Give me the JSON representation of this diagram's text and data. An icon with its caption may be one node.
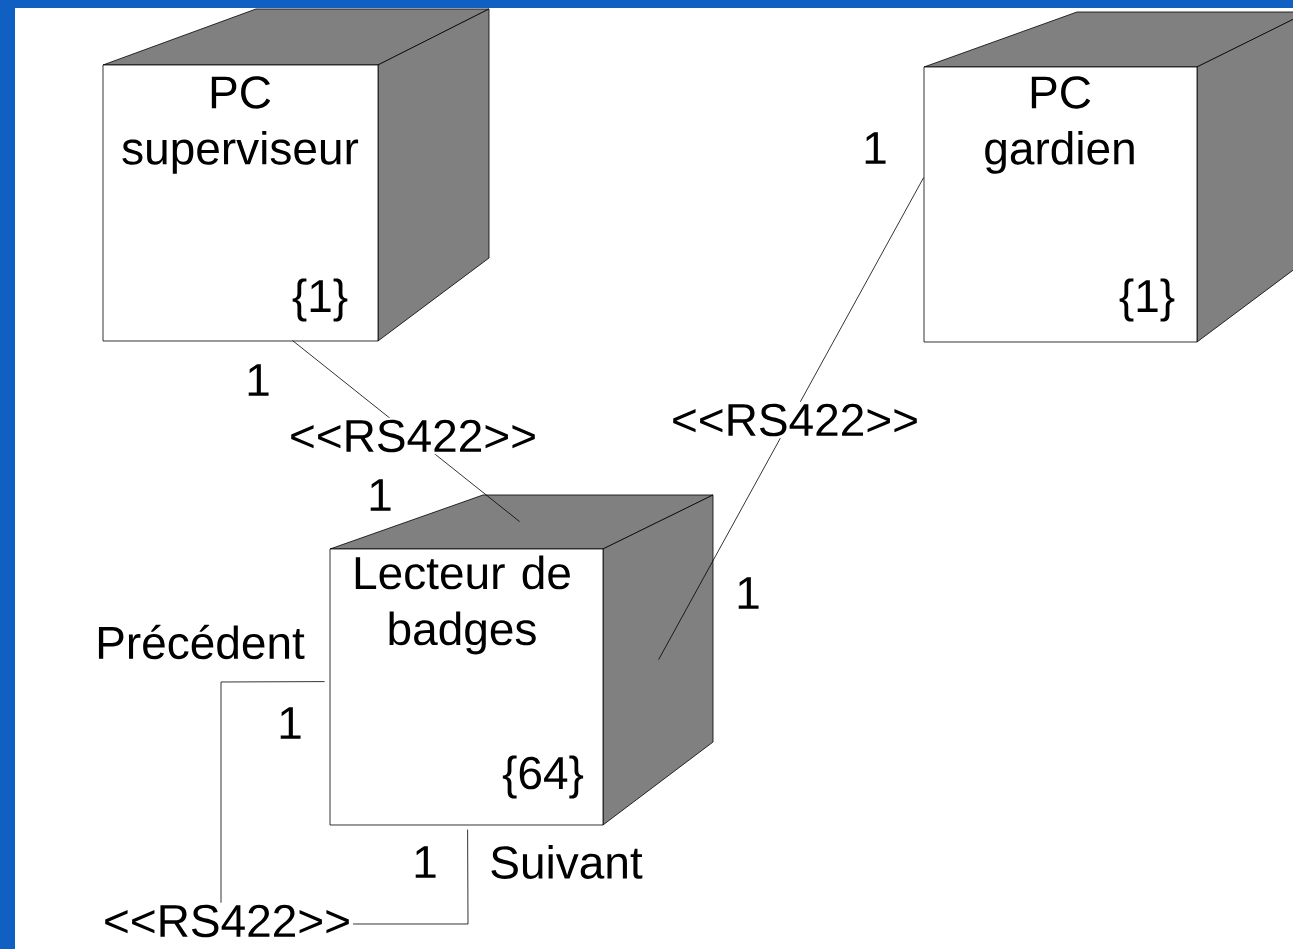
{
  "diagram": {
    "nodes": [
      {
        "text": [
          "PC superviseur",
          "{1}"
        ],
        "beside": [
          "1"
        ]
      },
      {
        "text": [
          "PC gardien",
          "{1}"
        ],
        "beside": [
          "1"
        ]
      },
      {
        "text": [
          "Lecteur de badges",
          "{64}"
        ],
        "beside": [
          "1",
          "1",
          "Précédent",
          "1",
          "1",
          "Suivant"
        ]
      }
    ],
    "edges": [
      {
        "from": 0,
        "to": 2,
        "arrow": "none",
        "label": "<<RS422>>"
      },
      {
        "from": 1,
        "to": 2,
        "arrow": "none",
        "label": "<<RS422>>"
      },
      {
        "from": 2,
        "to": 2,
        "arrow": "none",
        "label": "<<RS422>>"
      }
    ]
  }
}
